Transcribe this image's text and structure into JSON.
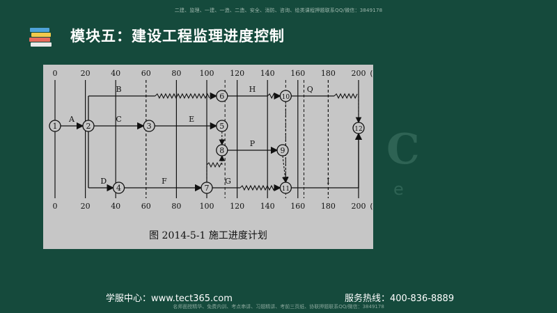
{
  "top_note": "二建、监理、一建、一造、二造、安全、消防、咨询、绘类课程押题联系QQ/微信：3849178",
  "module_title": "模块五：建设工程监理进度控制",
  "diagram": {
    "scale_ticks": [
      "0",
      "20",
      "40",
      "60",
      "80",
      "100",
      "120",
      "140",
      "160",
      "180",
      "200"
    ],
    "unit": "(天)",
    "caption": "图 2014-5-1    施工进度计划",
    "nodes": [
      {
        "id": "1",
        "label": "1"
      },
      {
        "id": "2",
        "label": "2"
      },
      {
        "id": "3",
        "label": "3"
      },
      {
        "id": "4",
        "label": "4"
      },
      {
        "id": "5",
        "label": "5"
      },
      {
        "id": "6",
        "label": "6"
      },
      {
        "id": "7",
        "label": "7"
      },
      {
        "id": "8",
        "label": "8"
      },
      {
        "id": "9",
        "label": "9"
      },
      {
        "id": "10",
        "label": "10"
      },
      {
        "id": "11",
        "label": "11"
      },
      {
        "id": "12",
        "label": "12"
      }
    ],
    "activities": [
      {
        "from": "1",
        "to": "2",
        "label": "A"
      },
      {
        "from": "2",
        "to": "6",
        "label": "B"
      },
      {
        "from": "2",
        "to": "3",
        "label": "C"
      },
      {
        "from": "2",
        "to": "4",
        "label": "D"
      },
      {
        "from": "3",
        "to": "5",
        "label": "E"
      },
      {
        "from": "4",
        "to": "7",
        "label": "F"
      },
      {
        "from": "7",
        "to": "11",
        "label": "G"
      },
      {
        "from": "6",
        "to": "10",
        "label": "H"
      },
      {
        "from": "11",
        "to": "12",
        "label": "I"
      },
      {
        "from": "8",
        "to": "9",
        "label": "P"
      },
      {
        "from": "10",
        "to": "12",
        "label": "Q"
      }
    ]
  },
  "footer": {
    "service_center": "学服中心：www.tect365.com",
    "hotline": "服务热线：400-836-8889"
  },
  "bottom_note": "名师面授精华、免费内训、考点串讲、习题精讲、考前三页纸、协联押题联系QQ/微信：3849178",
  "watermark": "C",
  "watermark2": "e"
}
